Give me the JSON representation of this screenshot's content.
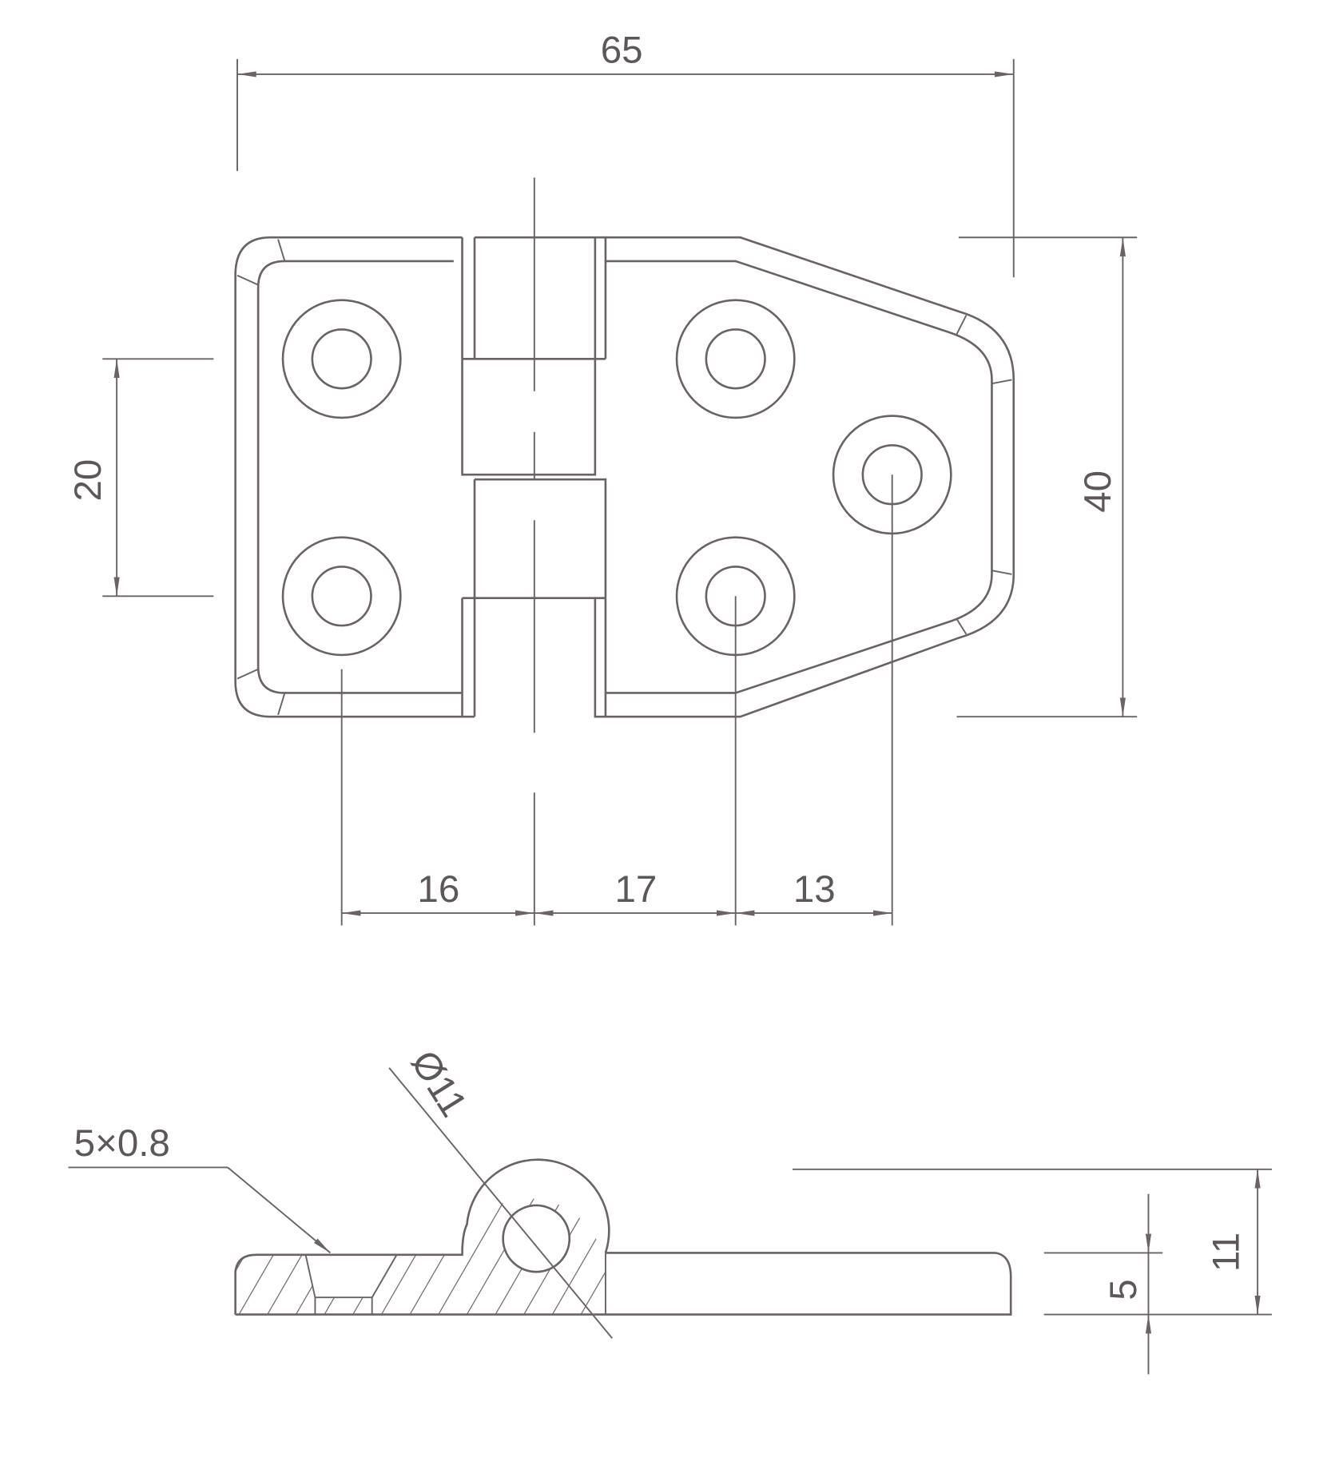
{
  "title_view": {
    "overall_length": "65",
    "hole_spacing_vertical": "20",
    "overall_height": "40",
    "dim_left_to_axis": "16",
    "dim_axis_to_hole": "17",
    "dim_hole_to_hole": "13"
  },
  "side_view": {
    "countersink_label": "5×0.8",
    "knuckle_diameter_label": "Ø11",
    "thickness": "5",
    "knuckle_height": "11"
  },
  "colors": {
    "line": "#6a6266",
    "background": "#ffffff"
  }
}
